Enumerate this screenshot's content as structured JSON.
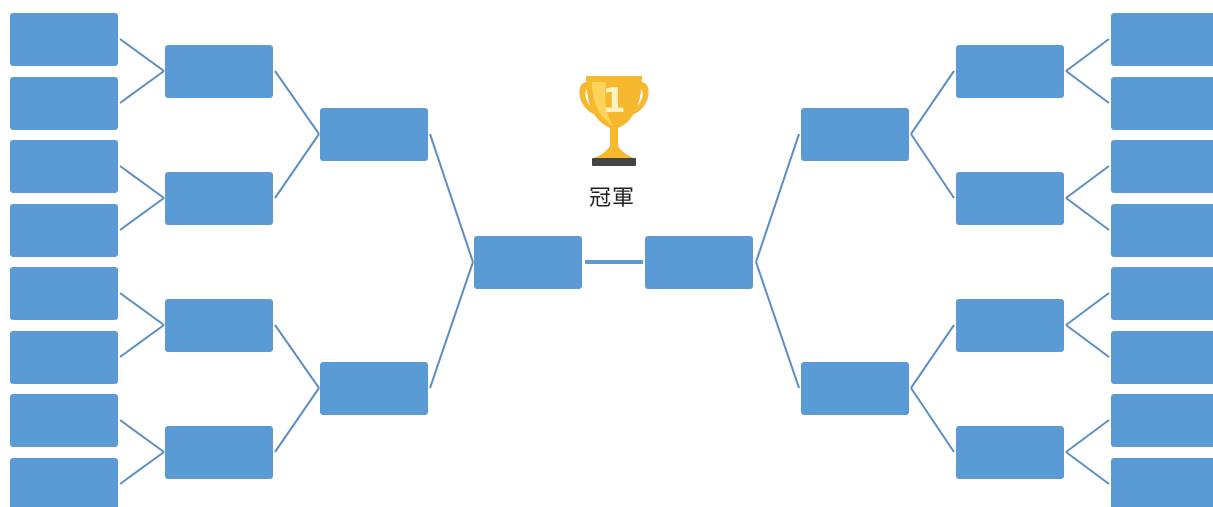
{
  "colors": {
    "slot_fill": "#5b9bd5",
    "connector": "#5b8fc2",
    "final_link": "#5b9bd5",
    "trophy_gold": "#f5b82e",
    "trophy_light": "#fcd35b",
    "trophy_base": "#444444"
  },
  "icons": {
    "trophy": "trophy-icon",
    "rank_number": "1"
  },
  "champion_label": "冠軍",
  "bracket": {
    "left": {
      "round1_slots": 8,
      "round2_slots": 4,
      "semifinal_slots": 2,
      "final_slots": 1
    },
    "right": {
      "round1_slots": 8,
      "round2_slots": 4,
      "semifinal_slots": 2,
      "final_slots": 1
    }
  }
}
